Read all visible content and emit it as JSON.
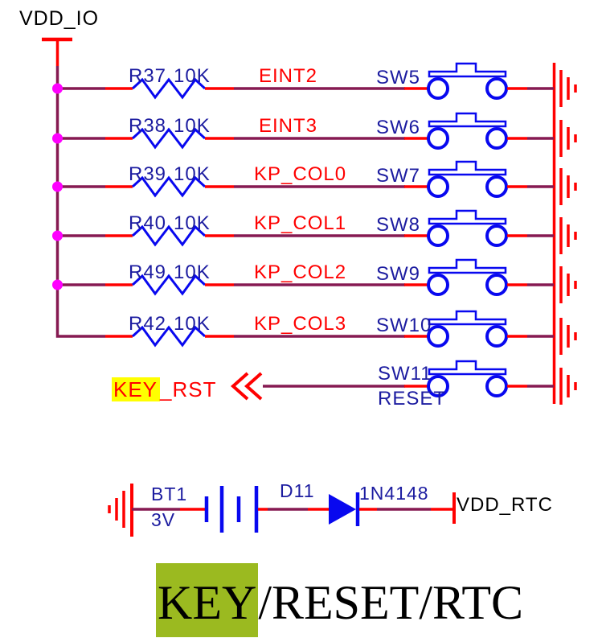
{
  "power": {
    "vdd_io": "VDD_IO",
    "vdd_rtc": "VDD_RTC"
  },
  "rows": [
    {
      "ref": "R37",
      "value": "10K",
      "net": "EINT2",
      "switch": "SW5"
    },
    {
      "ref": "R38",
      "value": "10K",
      "net": "EINT3",
      "switch": "SW6"
    },
    {
      "ref": "R39",
      "value": "10K",
      "net": "KP_COL0",
      "switch": "SW7"
    },
    {
      "ref": "R40",
      "value": "10K",
      "net": "KP_COL1",
      "switch": "SW8"
    },
    {
      "ref": "R49",
      "value": "10K",
      "net": "KP_COL2",
      "switch": "SW9"
    },
    {
      "ref": "R42",
      "value": "10K",
      "net": "KP_COL3",
      "switch": "SW10"
    }
  ],
  "reset_row": {
    "port_highlight": "KEY",
    "port_rest": "_RST",
    "switch_ref": "SW11",
    "switch_net": "RESET"
  },
  "battery": {
    "ref": "BT1",
    "voltage": "3V"
  },
  "diode": {
    "ref": "D11",
    "part": "1N4148"
  },
  "title": {
    "highlight": "KEY",
    "rest": "/RESET/RTC"
  },
  "colors": {
    "wire": "#861A52",
    "net_label": "#FF0000",
    "symbol": "#0808EF",
    "designator": "#1C1CA0",
    "junction_dot": "#FF00FF",
    "port_highlight": "#FFFF00",
    "title_highlight": "#9BBA20"
  }
}
